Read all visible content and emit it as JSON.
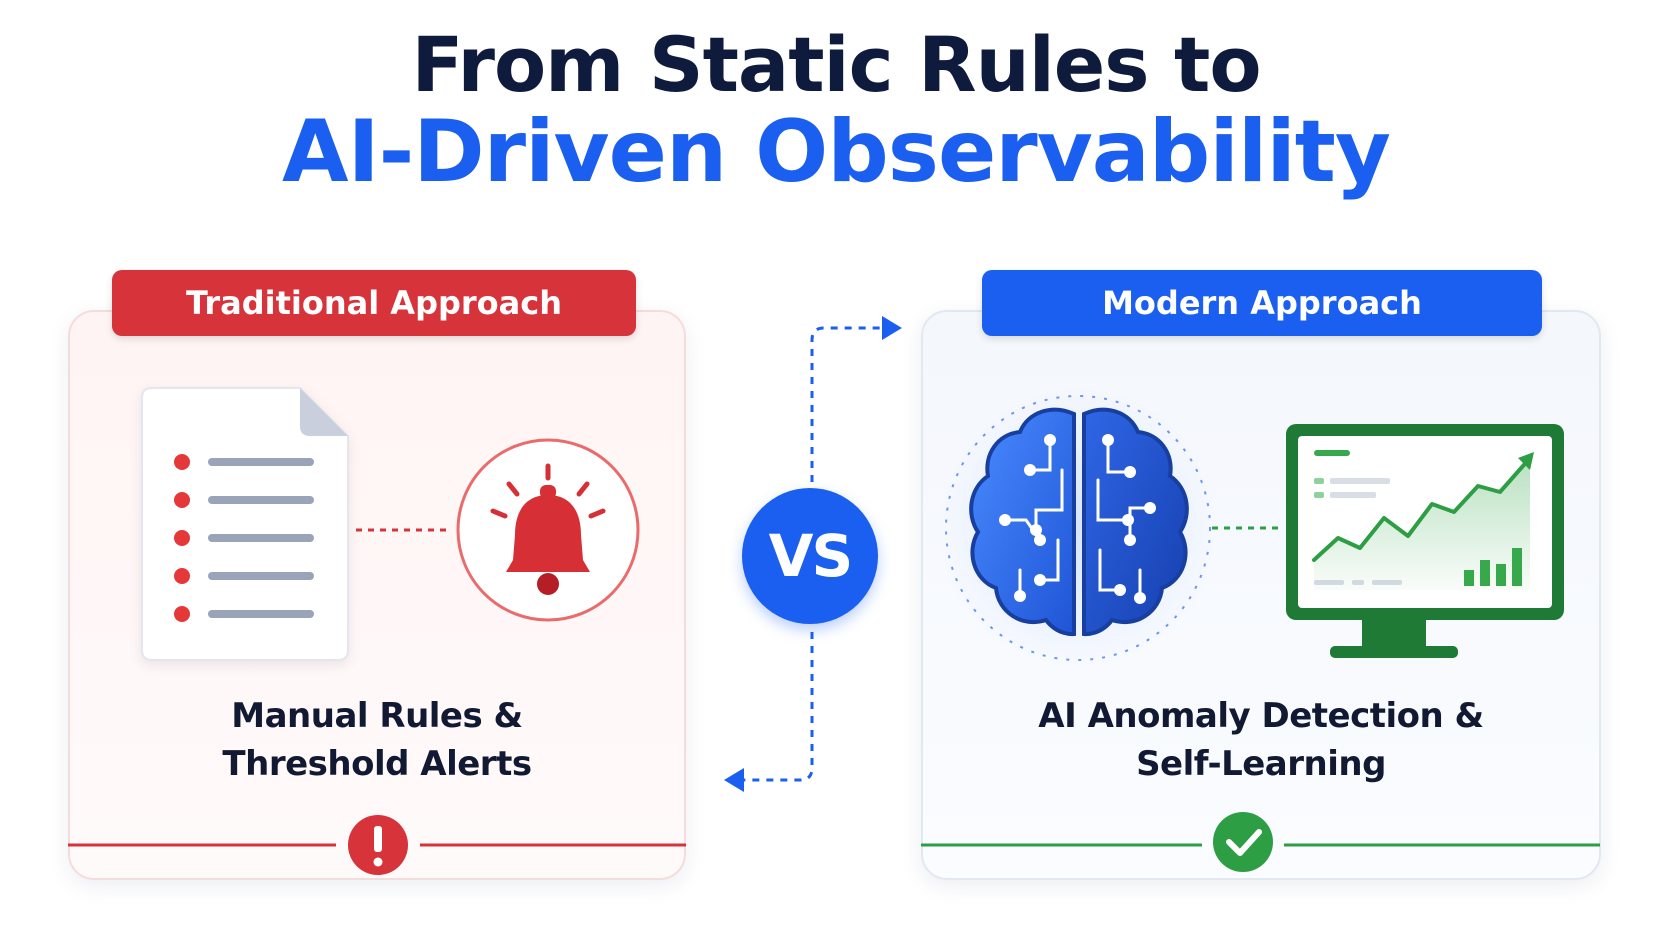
{
  "title": {
    "line1": "From Static Rules to",
    "line2": "AI-Driven Observability"
  },
  "vs_label": "VS",
  "left_panel": {
    "header": "Traditional Approach",
    "caption_line1": "Manual Rules &",
    "caption_line2": "Threshold Alerts",
    "icons": [
      "rules-document-icon",
      "alarm-bell-icon",
      "warning-exclamation-icon"
    ],
    "accent_color": "#d6333a"
  },
  "right_panel": {
    "header": "Modern Approach",
    "caption_line1": "AI Anomaly Detection &",
    "caption_line2": "Self-Learning",
    "icons": [
      "ai-brain-circuit-icon",
      "monitor-growth-chart-icon",
      "check-mark-icon"
    ],
    "accent_color": "#1a5ff0",
    "success_color": "#2e9e44"
  }
}
